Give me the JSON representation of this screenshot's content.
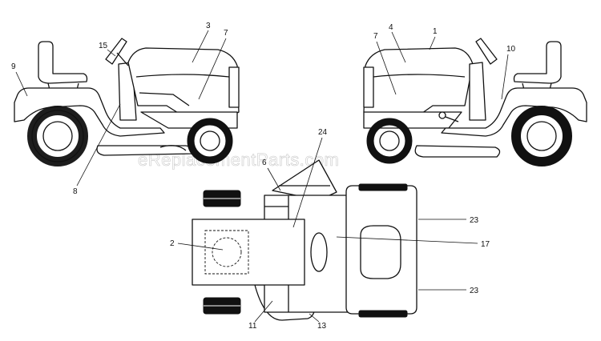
{
  "watermark": "eReplacementParts.com",
  "callouts": {
    "left_side": [
      "3",
      "7",
      "15",
      "9",
      "8"
    ],
    "right_side": [
      "4",
      "1",
      "7",
      "10"
    ],
    "top_view": [
      "24",
      "6",
      "2",
      "17",
      "23",
      "23",
      "11",
      "13"
    ]
  }
}
